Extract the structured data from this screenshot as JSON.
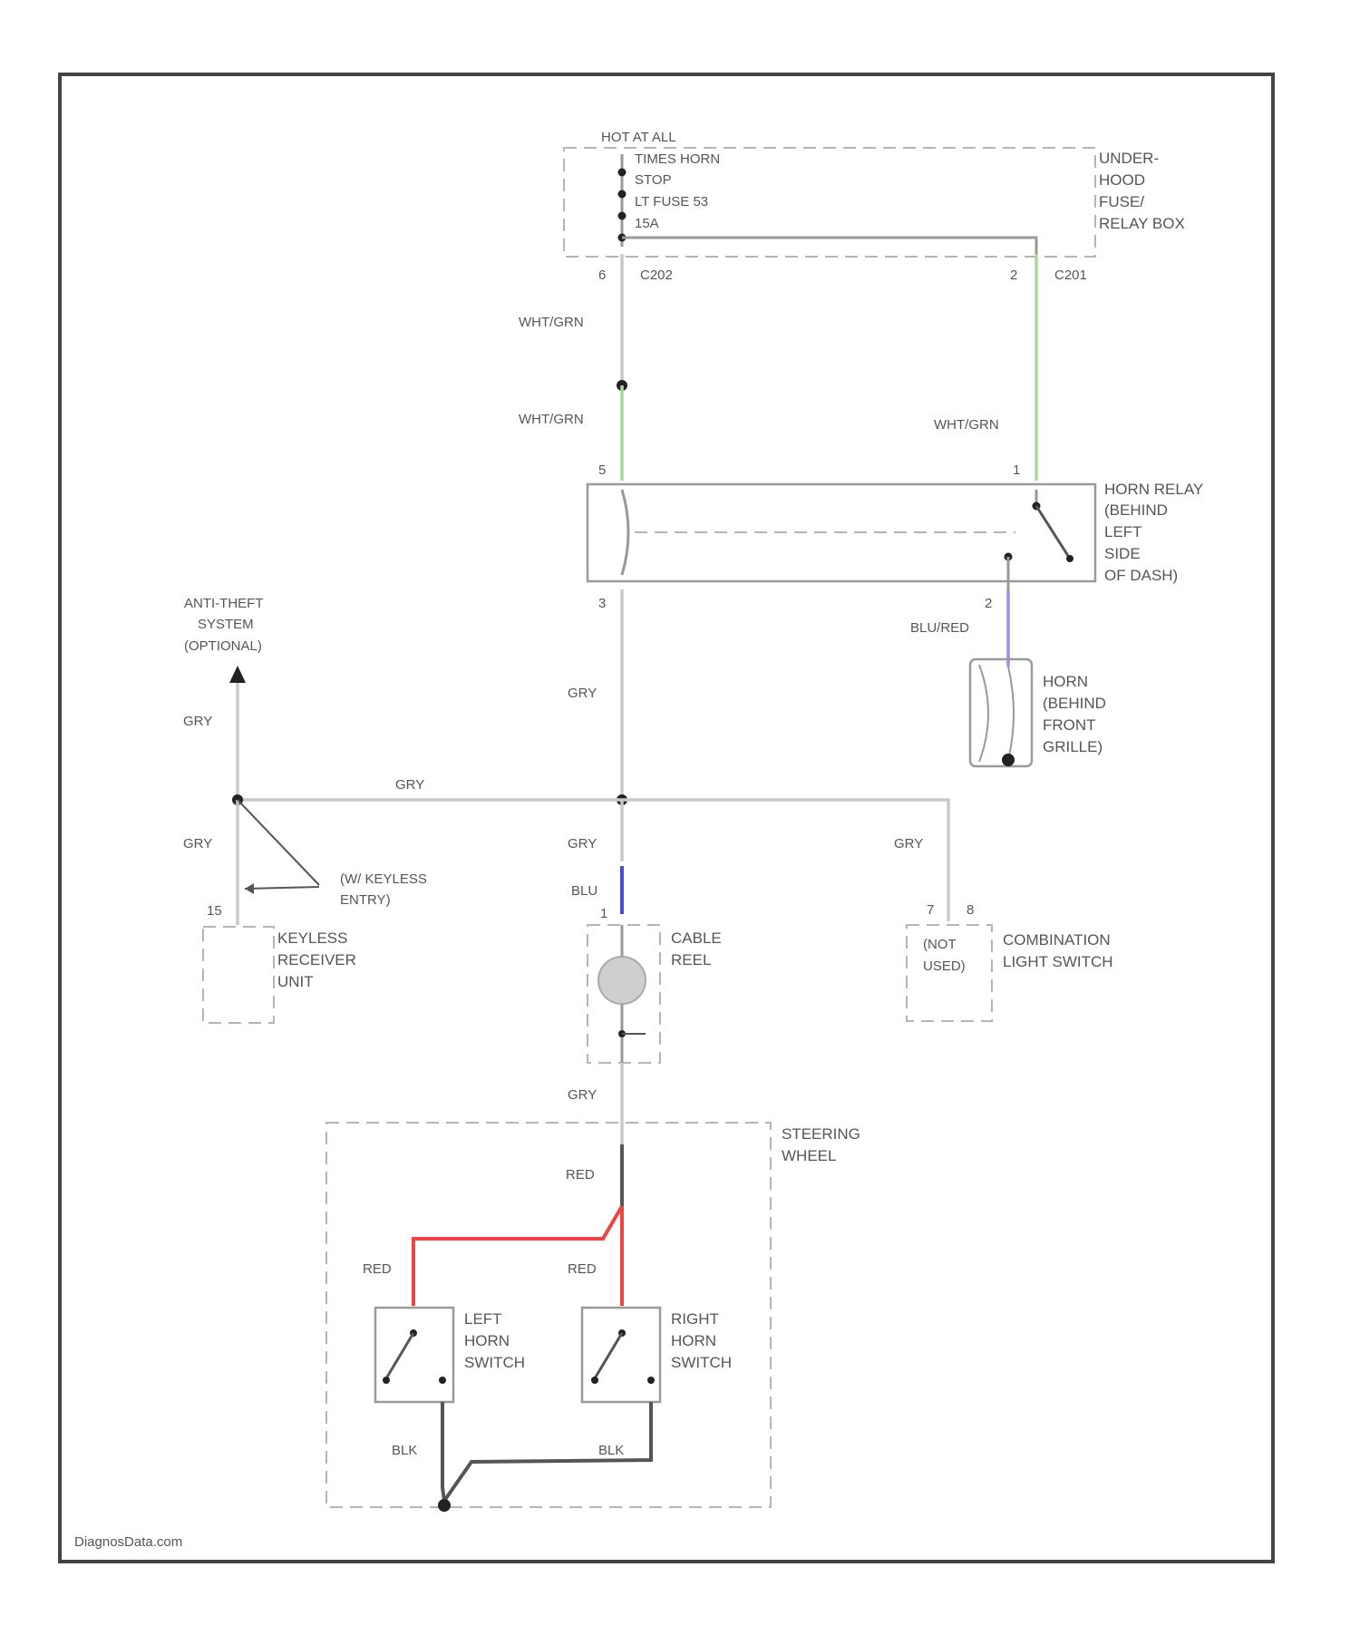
{
  "fuse_box": {
    "lines": [
      "HOT AT ALL",
      "TIMES HORN",
      "STOP",
      "LT FUSE 53",
      "15A"
    ],
    "name": [
      "UNDER-",
      "HOOD",
      "FUSE/",
      "RELAY BOX"
    ],
    "pin_left": "6",
    "conn_left": "C202",
    "pin_right": "2",
    "conn_right": "C201"
  },
  "horn_relay": {
    "name": [
      "HORN RELAY",
      "(BEHIND",
      "LEFT",
      "SIDE",
      "OF DASH)"
    ],
    "pin_top_left": "5",
    "pin_top_right": "1",
    "pin_bottom_left": "3",
    "pin_bottom_right": "2"
  },
  "horn": {
    "name": [
      "HORN",
      "(BEHIND",
      "FRONT",
      "GRILLE)"
    ]
  },
  "anti_theft": {
    "name": [
      "ANTI-THEFT",
      "SYSTEM",
      "(OPTIONAL)"
    ]
  },
  "keyless_receiver": {
    "name": [
      "KEYLESS",
      "RECEIVER",
      "UNIT"
    ],
    "pin": "15",
    "note": [
      "(W/ KEYLESS",
      "ENTRY)"
    ]
  },
  "cable_reel": {
    "name": [
      "CABLE",
      "REEL"
    ],
    "pin": "1"
  },
  "combination_switch": {
    "name": [
      "COMBINATION",
      "LIGHT SWITCH"
    ],
    "inner": [
      "(NOT",
      "USED)"
    ],
    "pin_a": "7",
    "pin_b": "8"
  },
  "steering_wheel": {
    "name": [
      "STEERING",
      "WHEEL"
    ]
  },
  "left_horn_switch": {
    "name": [
      "LEFT",
      "HORN",
      "SWITCH"
    ]
  },
  "right_horn_switch": {
    "name": [
      "RIGHT",
      "HORN",
      "SWITCH"
    ]
  },
  "wires": {
    "wht_grn_1": "WHT/GRN",
    "wht_grn_2": "WHT/GRN",
    "wht_grn_3": "WHT/GRN",
    "blu_red": "BLU/RED",
    "gry_relay": "GRY",
    "gry_anti_theft": "GRY",
    "gry_bus": "GRY",
    "gry_keyless": "GRY",
    "gry_cable_top": "GRY",
    "gry_combination": "GRY",
    "blu_cable": "BLU",
    "gry_cable_bottom": "GRY",
    "red_main": "RED",
    "red_left": "RED",
    "red_right": "RED",
    "blk_left": "BLK",
    "blk_right": "BLK"
  },
  "watermark": "DiagnosData.com",
  "colors": {
    "gry": "#c9c9c9",
    "grn": "#a9d89a",
    "blu": "#4b4bdc",
    "red": "#ee4444",
    "blk": "#555555",
    "vio": "#a98be0"
  }
}
